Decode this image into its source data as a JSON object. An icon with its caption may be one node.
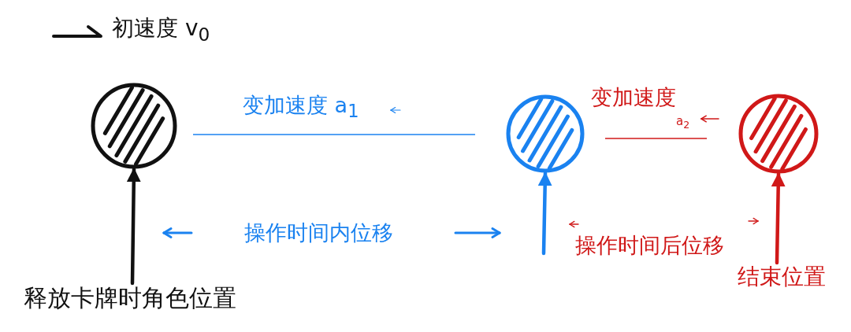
{
  "diagram": {
    "nodes": [
      {
        "text": [],
        "shape": "circle"
      },
      {
        "text": [],
        "shape": "circle"
      },
      {
        "text": [],
        "shape": "circle"
      },
      {
        "text": [
          "释放卡牌时角色位置"
        ]
      },
      {
        "text": [
          "结束位置"
        ]
      }
    ],
    "edges": [
      {
        "from": 3,
        "to": 0,
        "arrow": "to"
      },
      {
        "from": null,
        "to": 1,
        "arrow": "to",
        "color": "#1a82f0"
      },
      {
        "from": 4,
        "to": 2,
        "arrow": "to",
        "color": "#d01818"
      }
    ],
    "labels": [
      "变加速度 a$_{1}$",
      "变加速度",
      "a$_{2}$",
      "操作时间内位移",
      "操作时间后位移"
    ],
    "legend": [
      {
        "text": "初速度 v$_{0}$"
      }
    ]
  }
}
